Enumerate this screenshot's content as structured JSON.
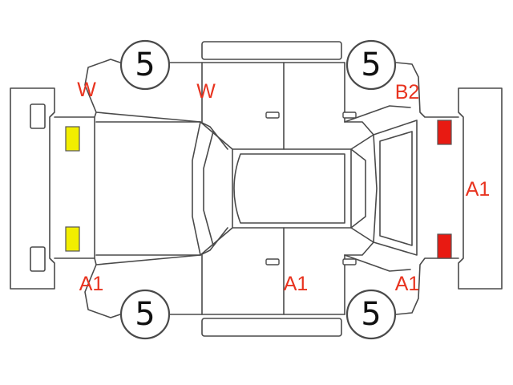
{
  "colors": {
    "line": "#4a4a4a",
    "damage_code": "#e8331f",
    "front_lamp": "#f2ee00",
    "rear_lamp": "#e81a12"
  },
  "tire_scores": {
    "top_left": "5",
    "top_right": "5",
    "bottom_left": "5",
    "bottom_right": "5"
  },
  "damage_codes": {
    "front_left_corner": "W",
    "top_front_door": "W",
    "top_rear_quarter": "B2",
    "rear_bumper": "A1",
    "bottom_front_fender": "A1",
    "bottom_rear_door": "A1",
    "bottom_rear_quarter": "A1"
  }
}
